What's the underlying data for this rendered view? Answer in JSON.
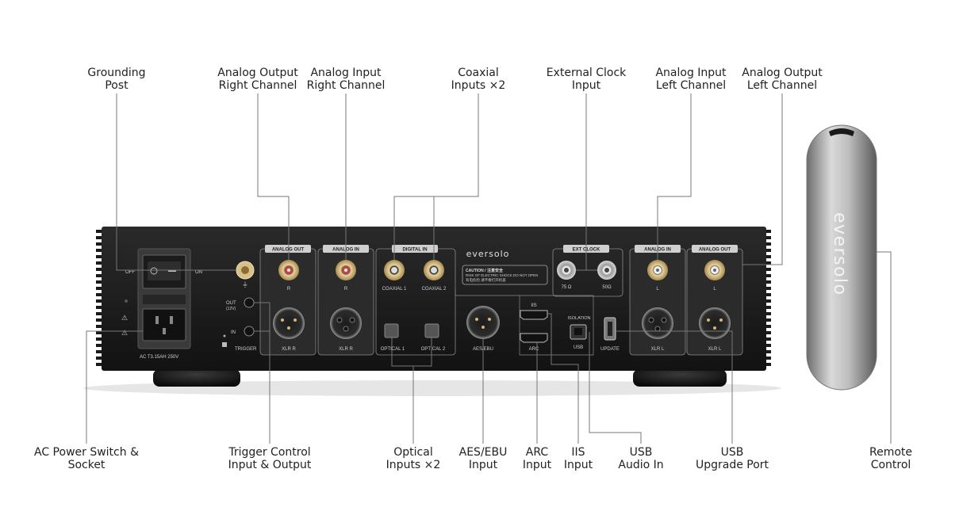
{
  "callouts_top": [
    {
      "id": "grounding-post",
      "lines": [
        "Grounding",
        "Post"
      ]
    },
    {
      "id": "analog-output-right",
      "lines": [
        "Analog Output",
        "Right Channel"
      ]
    },
    {
      "id": "analog-input-right",
      "lines": [
        "Analog Input",
        "Right Channel"
      ]
    },
    {
      "id": "coaxial-inputs",
      "lines": [
        "Coaxial",
        "Inputs ×2"
      ]
    },
    {
      "id": "external-clock",
      "lines": [
        "External Clock",
        "Input"
      ]
    },
    {
      "id": "analog-input-left",
      "lines": [
        "Analog Input",
        "Left Channel"
      ]
    },
    {
      "id": "analog-output-left",
      "lines": [
        "Analog Output",
        "Left Channel"
      ]
    }
  ],
  "callouts_bottom": [
    {
      "id": "ac-power",
      "lines": [
        "AC Power Switch &",
        "Socket"
      ]
    },
    {
      "id": "trigger",
      "lines": [
        "Trigger Control",
        "Input & Output"
      ]
    },
    {
      "id": "optical",
      "lines": [
        "Optical",
        "Inputs ×2"
      ]
    },
    {
      "id": "aes-ebu",
      "lines": [
        "AES/EBU",
        "Input"
      ]
    },
    {
      "id": "arc",
      "lines": [
        "ARC",
        "Input"
      ]
    },
    {
      "id": "iis",
      "lines": [
        "IIS",
        "Input"
      ]
    },
    {
      "id": "usb-audio",
      "lines": [
        "USB",
        "Audio In"
      ]
    },
    {
      "id": "usb-upgrade",
      "lines": [
        "USB",
        "Upgrade Port"
      ]
    },
    {
      "id": "remote",
      "lines": [
        "Remote",
        "Control"
      ]
    }
  ],
  "panel": {
    "brand": "eversolo",
    "section_analog_out": "ANALOG OUT",
    "section_analog_in": "ANALOG IN",
    "section_digital_in": "DIGITAL IN",
    "section_ext_clock": "EXT CLOCK",
    "off": "OFF",
    "on": "ON",
    "fuse": "AC    T3.15AH 250V",
    "out": "OUT",
    "out_sub": "(12V)",
    "in": "IN",
    "trigger": "TRIGGER",
    "r": "R",
    "l": "L",
    "xlr_r": "XLR R",
    "xlr_l": "XLR L",
    "coaxial1": "COAXIAL 1",
    "coaxial2": "COAXIAL 2",
    "optical1": "OPTICAL 1",
    "optical2": "OPTICAL 2",
    "aes": "AES/EBU",
    "iis": "IIS",
    "arc": "ARC",
    "isolation": "ISOLATION",
    "usb": "USB",
    "update": "UPDATE",
    "ohm75": "75 Ω",
    "ohm50": "50Ω",
    "caution_title": "CAUTION / 注意安全",
    "caution_line1": "RISK OF ELECTRIC SHOCK DO NOT OPEN",
    "caution_line2": "有电危险,请不要打开机盖"
  },
  "remote": {
    "brand": "eversolo"
  }
}
